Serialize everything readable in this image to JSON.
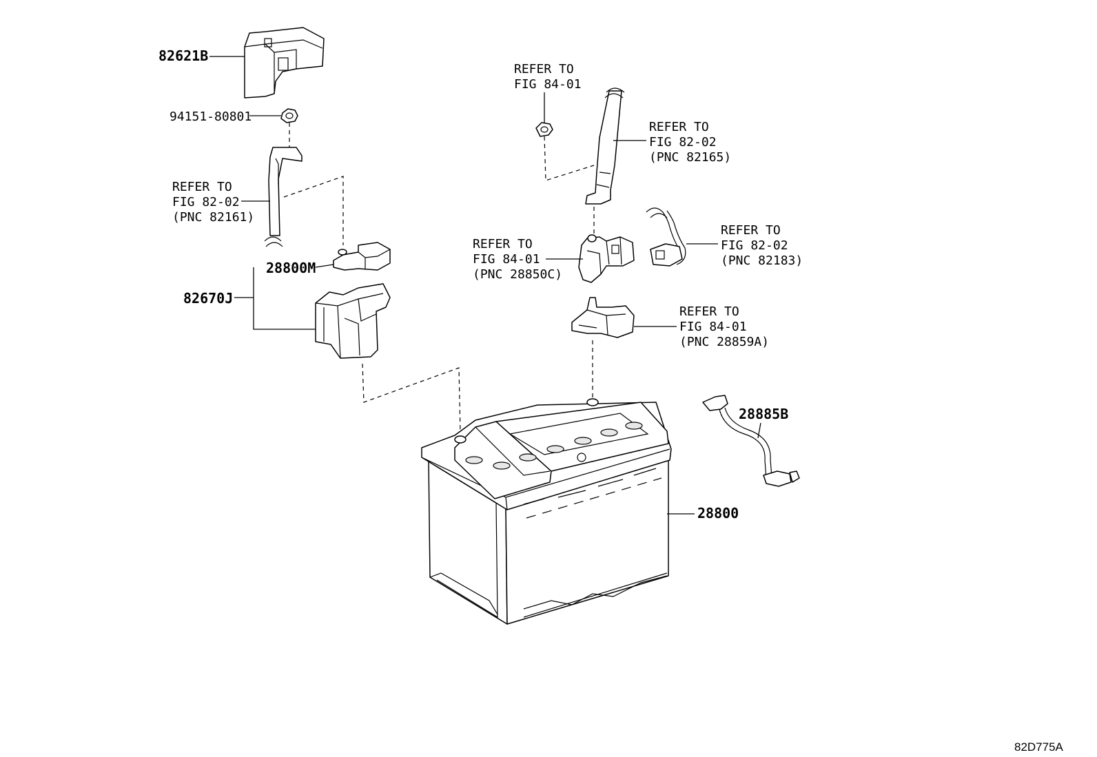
{
  "labels": {
    "p82621b": "82621B",
    "p94151": "94151-80801",
    "p28800m": "28800M",
    "p82670j": "82670J",
    "p28885b": "28885B",
    "p28800": "28800",
    "diagram_code": "82D775A"
  },
  "refs": {
    "r1": {
      "l1": "REFER TO",
      "l2": "FIG 82-02",
      "l3": "(PNC 82161)"
    },
    "r2": {
      "l1": "REFER TO",
      "l2": "FIG 84-01"
    },
    "r3": {
      "l1": "REFER TO",
      "l2": "FIG 82-02",
      "l3": "(PNC 82165)"
    },
    "r4": {
      "l1": "REFER TO",
      "l2": "FIG 84-01",
      "l3": "(PNC 28850C)"
    },
    "r5": {
      "l1": "REFER TO",
      "l2": "FIG 82-02",
      "l3": "(PNC 82183)"
    },
    "r6": {
      "l1": "REFER TO",
      "l2": "FIG 84-01",
      "l3": "(PNC 28859A)"
    }
  }
}
